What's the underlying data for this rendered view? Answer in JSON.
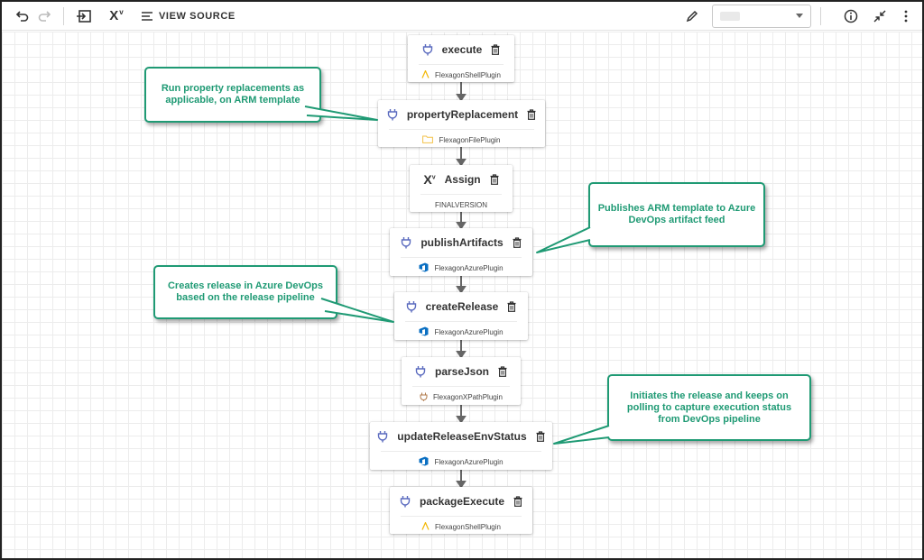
{
  "toolbar": {
    "view_source_label": "VIEW SOURCE",
    "variable_icon_text": "X",
    "variable_icon_sup": "v"
  },
  "steps": [
    {
      "title": "execute",
      "plugin": "FlexagonShellPlugin",
      "plugin_icon": "shell-icon"
    },
    {
      "title": "propertyReplacement",
      "plugin": "FlexagonFilePlugin",
      "plugin_icon": "folder-icon"
    },
    {
      "title": "Assign",
      "plugin": "FINALVERSION",
      "plugin_icon": "none"
    },
    {
      "title": "publishArtifacts",
      "plugin": "FlexagonAzurePlugin",
      "plugin_icon": "azure-icon"
    },
    {
      "title": "createRelease",
      "plugin": "FlexagonAzurePlugin",
      "plugin_icon": "azure-icon"
    },
    {
      "title": "parseJson",
      "plugin": "FlexagonXPathPlugin",
      "plugin_icon": "xpath-icon"
    },
    {
      "title": "updateReleaseEnvStatus",
      "plugin": "FlexagonAzurePlugin",
      "plugin_icon": "azure-icon"
    },
    {
      "title": "packageExecute",
      "plugin": "FlexagonShellPlugin",
      "plugin_icon": "shell-icon"
    }
  ],
  "callouts": [
    {
      "text": "Run property replacements as applicable, on ARM template"
    },
    {
      "text": "Publishes ARM template to Azure DevOps artifact feed"
    },
    {
      "text": "Creates release in Azure DevOps based on the release pipeline"
    },
    {
      "text": "Initiates the release and keeps on polling to capture execution status from DevOps pipeline"
    }
  ],
  "colors": {
    "callout_green": "#1f9a74",
    "plug_blue": "#5b6bbf",
    "azure_blue": "#0a6fc2",
    "shell_yellow": "#f2b705",
    "folder_yellow": "#f3c24a"
  }
}
